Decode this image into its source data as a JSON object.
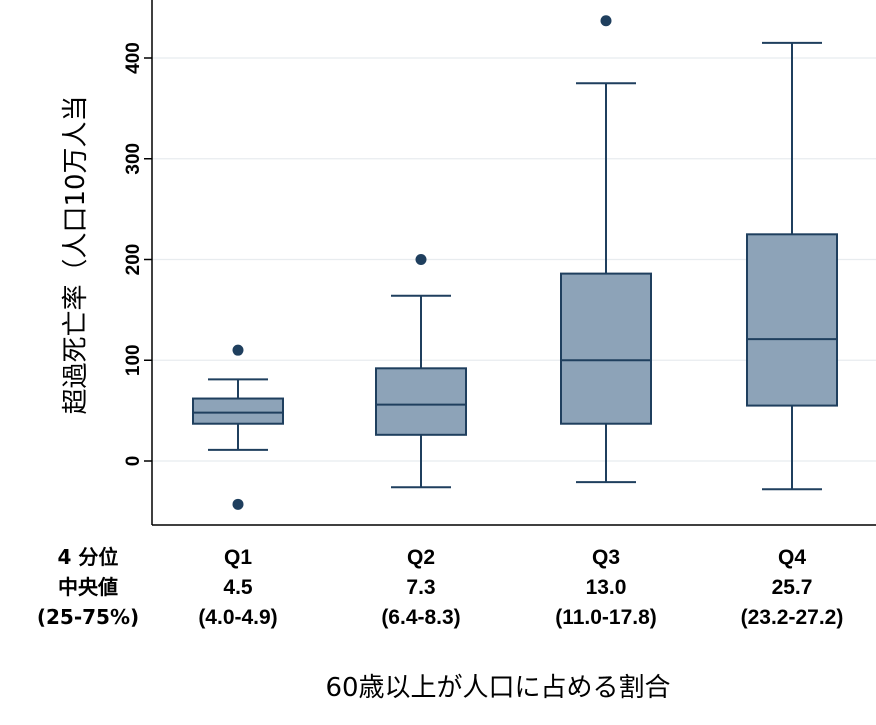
{
  "chart_data": {
    "type": "box",
    "ylabel": "超過死亡率（人口10万人当",
    "xlabel": "60歳以上が人口に占める割合",
    "ylim": [
      -63,
      460
    ],
    "yticks": [
      "0",
      "100",
      "200",
      "300",
      "400"
    ],
    "ytick_values": [
      0,
      100,
      200,
      300,
      400
    ],
    "grid": true,
    "colors": {
      "box_fill": "#8da3b8",
      "box_stroke": "#1f3f5e",
      "outlier": "#1f3f5e",
      "grid": "#e8ecef"
    },
    "row_labels": [
      "4 分位",
      "中央値",
      "(25-75%)"
    ],
    "categories": [
      {
        "name": "Q1",
        "median_label": "4.5",
        "range_label": "(4.0-4.9)",
        "whisker_low": 11,
        "q1": 37,
        "median": 48,
        "q3": 62,
        "whisker_high": 81,
        "outliers": [
          110,
          -43
        ]
      },
      {
        "name": "Q2",
        "median_label": "7.3",
        "range_label": "(6.4-8.3)",
        "whisker_low": -26,
        "q1": 26,
        "median": 56,
        "q3": 92,
        "whisker_high": 164,
        "outliers": [
          200
        ]
      },
      {
        "name": "Q3",
        "median_label": "13.0",
        "range_label": "(11.0-17.8)",
        "whisker_low": -21,
        "q1": 37,
        "median": 100,
        "q3": 186,
        "whisker_high": 375,
        "outliers": [
          437
        ]
      },
      {
        "name": "Q4",
        "median_label": "25.7",
        "range_label": "(23.2-27.2)",
        "whisker_low": -28,
        "q1": 55,
        "median": 121,
        "q3": 225,
        "whisker_high": 415,
        "outliers": []
      }
    ]
  }
}
